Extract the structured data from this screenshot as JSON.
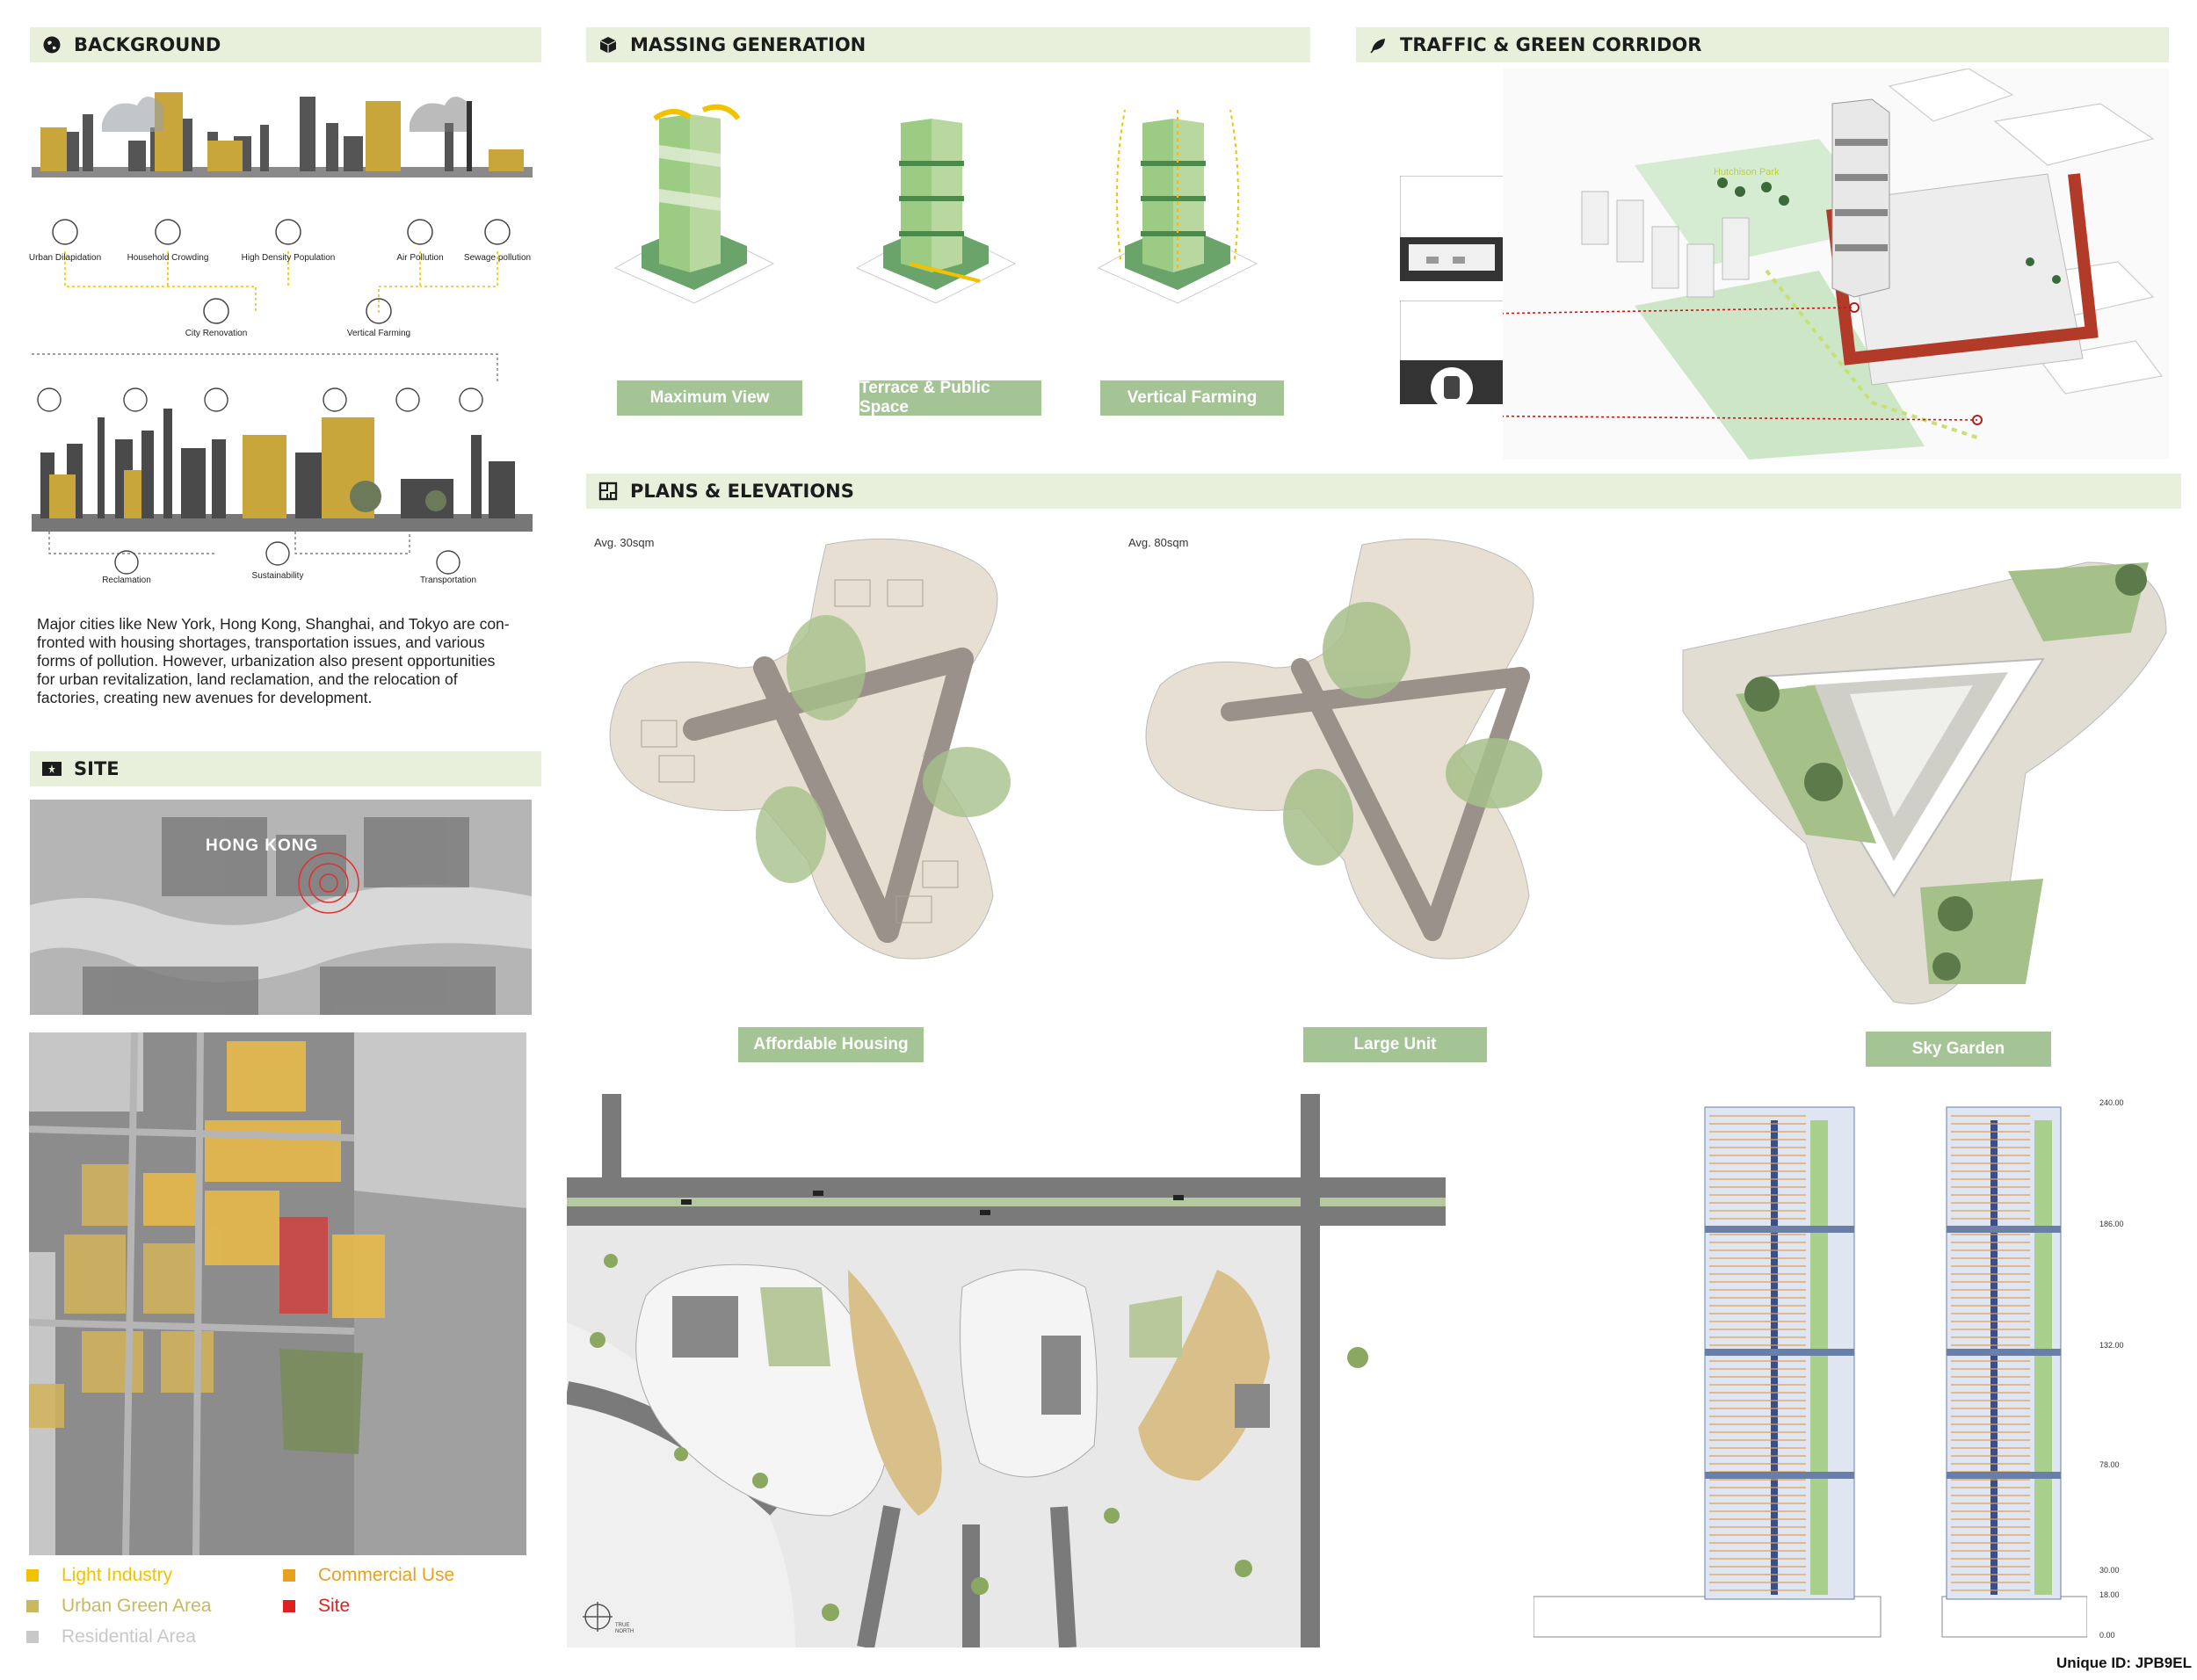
{
  "sections": {
    "background": "BACKGROUND",
    "massing": "MASSING GENERATION",
    "traffic": "TRAFFIC & GREEN CORRIDOR",
    "plans": "PLANS & ELEVATIONS",
    "site": "SITE"
  },
  "background": {
    "issues": [
      "Urban Dilapidation",
      "Household Crowding",
      "High Density Population",
      "Air Pollution",
      "Sewage pollution"
    ],
    "strategies": [
      "City Renovation",
      "Vertical Farming"
    ],
    "opportunities": [
      "Reclamation",
      "Sustainability",
      "Transportation"
    ],
    "paragraph": "Major cities like New York, Hong Kong, Shanghai, and Tokyo are con-fronted with housing shortages, transportation issues, and various forms of pollution. However, urbanization also present opportunities for urban revitalization, land reclamation, and the relocation of factories, creating new avenues for development."
  },
  "massing": {
    "labels": [
      "Maximum View",
      "Terrace & Public Space",
      "Vertical Farming"
    ]
  },
  "traffic": {
    "park_label": "Hutchison Park"
  },
  "site": {
    "map_label": "HONG KONG",
    "legend": [
      {
        "label": "Light Industry",
        "color": "#f2c200"
      },
      {
        "label": "Commercial Use",
        "color": "#e8a020"
      },
      {
        "label": "Urban Green Area",
        "color": "#c8b860"
      },
      {
        "label": "Site",
        "color": "#e02020"
      },
      {
        "label": "Residential Area",
        "color": "#c8c8c8"
      }
    ]
  },
  "plans": {
    "avg_left": "Avg. 30sqm",
    "avg_mid": "Avg. 80sqm",
    "labels": [
      "Affordable Housing",
      "Large Unit",
      "Sky Garden"
    ],
    "north": "TRUE NORTH",
    "levels": [
      "240.00",
      "186.00",
      "132.00",
      "78.00",
      "30.00",
      "18.00",
      "0.00"
    ]
  },
  "footer": {
    "unique_id": "Unique ID: JPB9EL"
  }
}
